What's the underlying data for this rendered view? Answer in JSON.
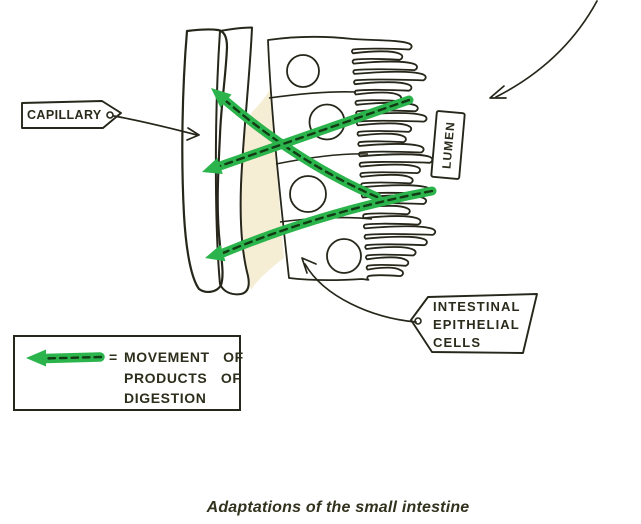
{
  "caption": "Adaptations of the small intestine",
  "tags": {
    "capillary": "CAPILLARY",
    "lumen": "LUMEN",
    "cells_lines": [
      "INTESTINAL",
      "EPITHELIAL",
      "CELLS"
    ]
  },
  "legend": {
    "equals_sign": "=",
    "lines": [
      "MOVEMENT OF",
      "PRODUCTS OF",
      "DIGESTION"
    ]
  },
  "colors": {
    "capillary_red": "#d2121c",
    "vessel_wall_tan": "#d6a54e",
    "cell_blue": "#b4dcee",
    "nucleus_orange": "#f3775a",
    "arrow_green": "#2ab44b",
    "arrow_dash_dark": "#123a15",
    "interstitial_cream": "#f6edd5",
    "tag_fill": "#ecede1",
    "lumen_tag_fill": "#f8efd9",
    "legend_fill": "#f0f0e6"
  }
}
